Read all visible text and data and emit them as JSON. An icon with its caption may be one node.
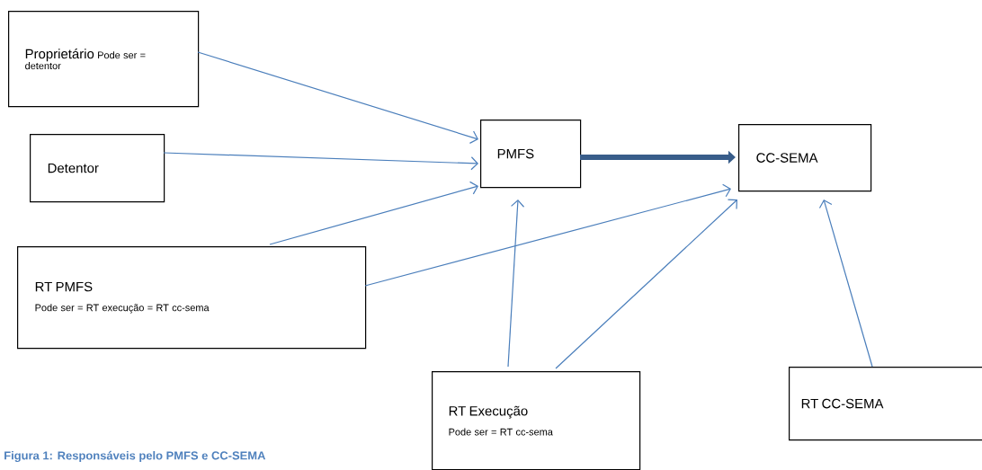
{
  "diagram": {
    "caption": "Figura 1: Responsáveis pelo PMFS e CC-SEMA",
    "nodes": [
      {
        "text": [
          "Proprietário",
          "Pode ser = detentor"
        ]
      },
      {
        "text": [
          "Detentor"
        ]
      },
      {
        "text": [
          "RT PMFS",
          "Pode ser = RT execução = RT cc-sema"
        ]
      },
      {
        "text": [
          "PMFS"
        ]
      },
      {
        "text": [
          "CC-SEMA"
        ]
      },
      {
        "text": [
          "RT Execução",
          "Pode ser = RT cc-sema"
        ]
      },
      {
        "text": [
          "RT CC-SEMA"
        ]
      }
    ],
    "edges": [
      {
        "from": 0,
        "to": 3,
        "arrow": "to"
      },
      {
        "from": 1,
        "to": 3,
        "arrow": "to"
      },
      {
        "from": 2,
        "to": 3,
        "arrow": "to"
      },
      {
        "from": 3,
        "to": 4,
        "arrow": "to",
        "style": "thick",
        "color": "#385d8a"
      },
      {
        "from": 2,
        "to": 4,
        "arrow": "to"
      },
      {
        "from": 5,
        "to": 3,
        "arrow": "to"
      },
      {
        "from": 5,
        "to": 4,
        "arrow": "to"
      },
      {
        "from": 6,
        "to": 4,
        "arrow": "to"
      }
    ]
  }
}
